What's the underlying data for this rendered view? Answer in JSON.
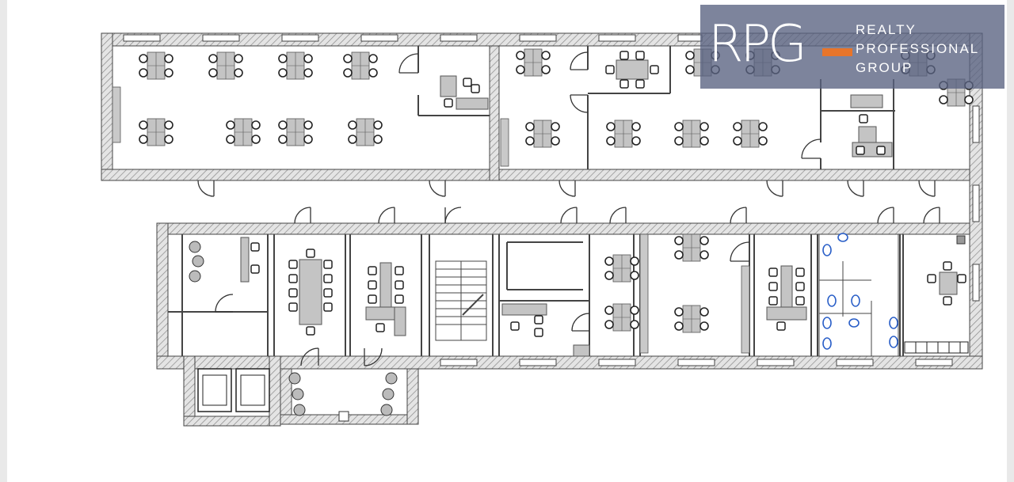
{
  "logo": {
    "mark": "RPG",
    "line1": "REALTY",
    "line2": "PROFESSIONAL",
    "line3": "GROUP",
    "accent_color": "#e8752a",
    "banner_color": "#586280"
  },
  "plan": {
    "wall_color": "#444444",
    "wall_fill": "#d9d9d9",
    "furniture_color": "#bdbdbd",
    "fixture_color": "#2a5fc8"
  }
}
